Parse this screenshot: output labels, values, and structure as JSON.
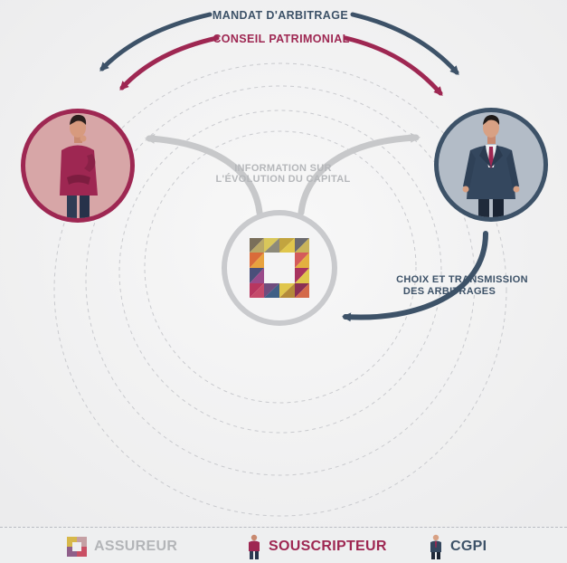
{
  "colors": {
    "navy": "#3d5268",
    "crimson": "#9e2752",
    "gray": "#c7c8ca",
    "gray_text": "#b5b7ba",
    "legend_gray": "#b3b5b8"
  },
  "arrows": {
    "top_label": "MANDAT D'ARBITRAGE",
    "second_label": "CONSEIL PATRIMONIAL",
    "info_line1": "INFORMATION SUR",
    "info_line2": "L'ÉVOLUTION DU CAPITAL",
    "choice_line1": "CHOIX ET TRANSMISSION",
    "choice_line2": "DES ARBITRAGES"
  },
  "nodes": {
    "souscripteur_icon": "man-thinking-icon",
    "cgpi_icon": "businessman-icon",
    "assureur_icon": "assureur-logo-icon"
  },
  "legend": {
    "assureur": "ASSUREUR",
    "souscripteur": "SOUSCRIPTEUR",
    "cgpi": "CGPI"
  }
}
